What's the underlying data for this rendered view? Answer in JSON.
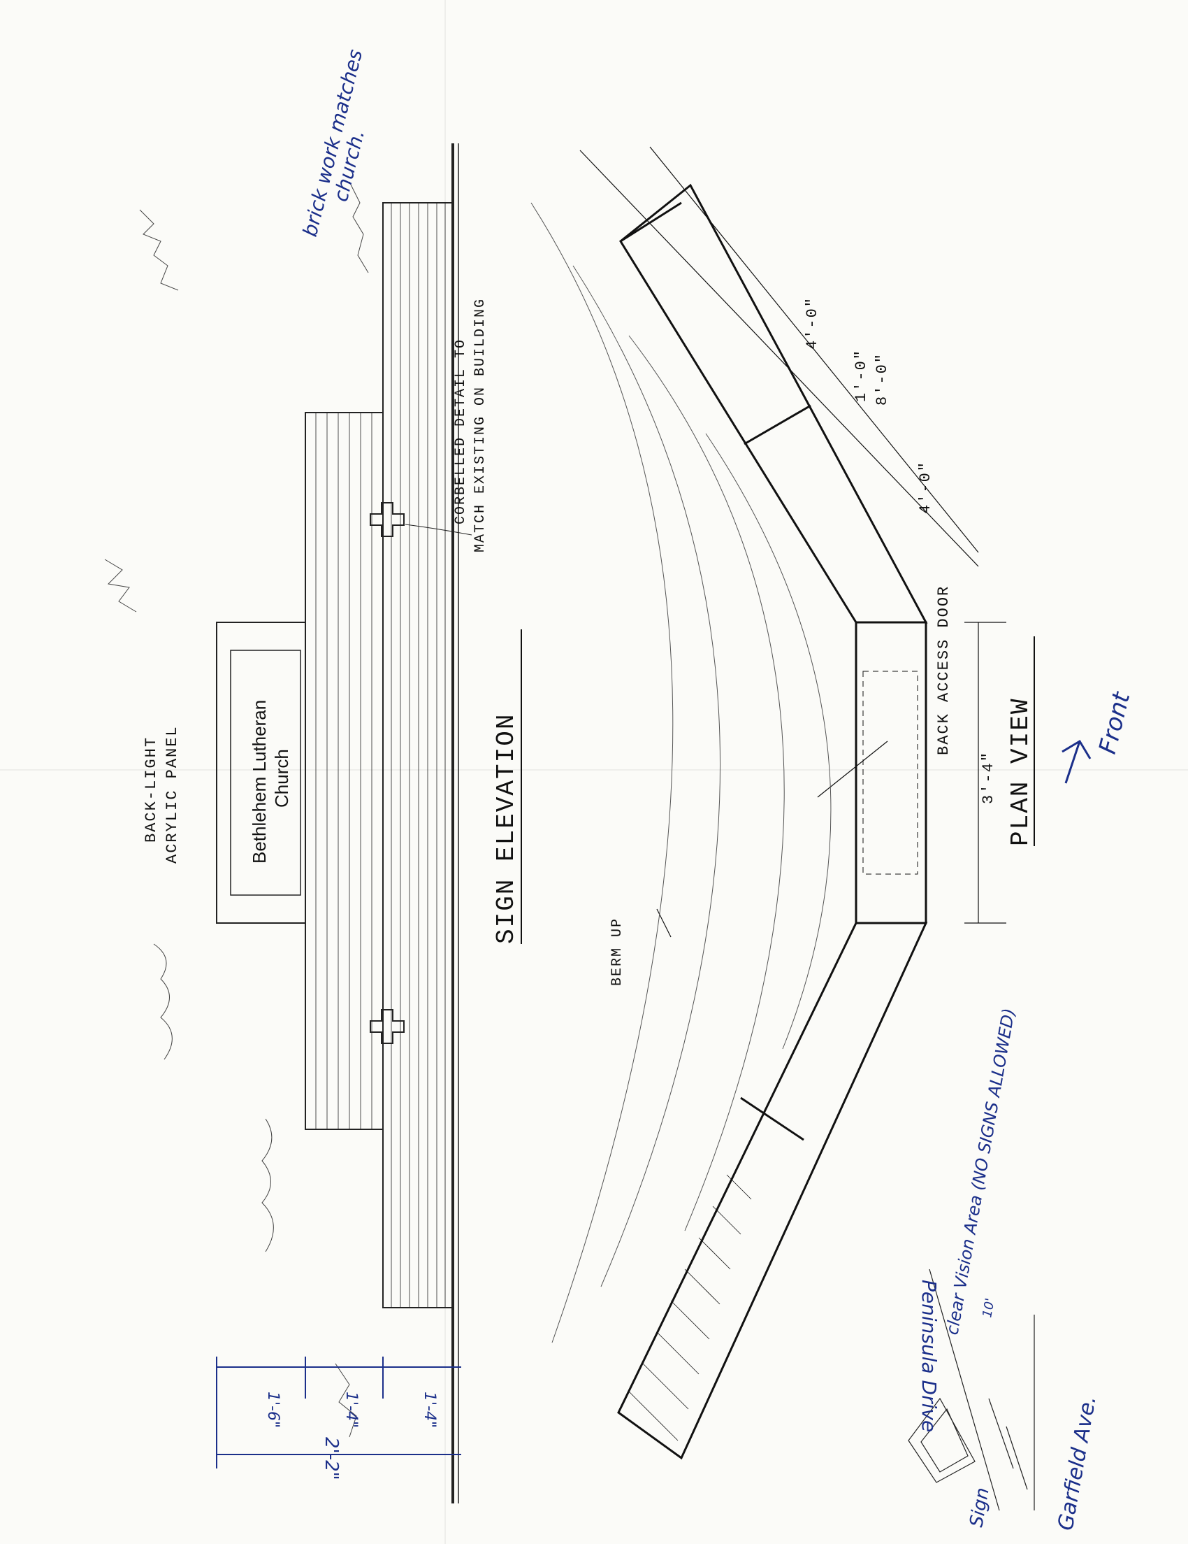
{
  "elevation": {
    "title": "SIGN ELEVATION",
    "panel_label_line1": "BACK-LIGHT",
    "panel_label_line2": "ACRYLIC PANEL",
    "sign_text_line1": "Bethlehem Lutheran",
    "sign_text_line2": "Church",
    "detail_note_line1": "CORBELLED DETAIL TO",
    "detail_note_line2": "MATCH EXISTING ON BUILDING",
    "handwritten_note_line1": "brick work matches",
    "handwritten_note_line2": "church.",
    "dim_total": "2'-2\"",
    "dim_top": "1'-6\"",
    "dim_mid": "1'-4\"",
    "dim_bottom": "1'-4\""
  },
  "plan": {
    "title": "PLAN VIEW",
    "back_access": "BACK ACCESS DOOR",
    "berm": "BERM UP",
    "dim_overall": "8'-0\"",
    "dim_a": "4'-0\"",
    "dim_b": "4'-0\"",
    "dim_c": "1'-0\"",
    "dim_width": "3'-4\"",
    "front_label": "Front"
  },
  "site": {
    "street1": "Peninsula Drive",
    "street2": "Garfield Ave.",
    "sign_label": "Sign",
    "vision_area": "clear Vision Area (NO SIGNS ALLOWED)",
    "dim_small": "10'"
  },
  "colors": {
    "pencil": "#111111",
    "blue_ink": "#1b2f8a",
    "paper": "#fbfbf8"
  }
}
